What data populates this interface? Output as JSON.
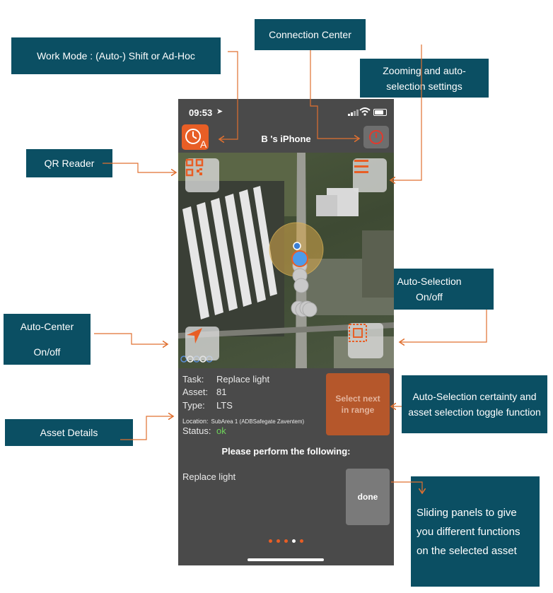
{
  "callouts": {
    "work_mode": "Work Mode :  (Auto-) Shift or Ad-Hoc",
    "connection_center": "Connection Center",
    "zoom_settings": "Zooming and auto-selection settings",
    "qr_reader": "QR Reader",
    "auto_selection": "Auto-Selection On/off",
    "auto_center": "Auto-Center On/off",
    "auto_selection_certainty": "Auto-Selection certainty and asset selection toggle function",
    "asset_details": "Asset Details",
    "sliding_panels": "Sliding panels to give you different functions on the selected asset"
  },
  "phone": {
    "status_time": "09:53",
    "header_title": "B 's iPhone",
    "workmode_letter": "A",
    "details": {
      "task_label": "Task:",
      "task_value": "Replace light",
      "asset_label": "Asset:",
      "asset_value": "81",
      "type_label": "Type:",
      "type_value": "LTS",
      "location_label": "Location:",
      "location_value": "SubArea 1 (ADBSafegate Zaventem)",
      "status_label": "Status:",
      "status_value": "ok"
    },
    "select_next": "Select next in range",
    "perform_title": "Please perform the following:",
    "task_text": "Replace light",
    "done": "done",
    "panel_dots": {
      "count": 5,
      "active_index": 3
    }
  },
  "colors": {
    "accent": "#e85e25",
    "callout_bg": "#0b4f63",
    "status_ok": "#6ed35a",
    "location_blue": "#3a7fd5"
  }
}
